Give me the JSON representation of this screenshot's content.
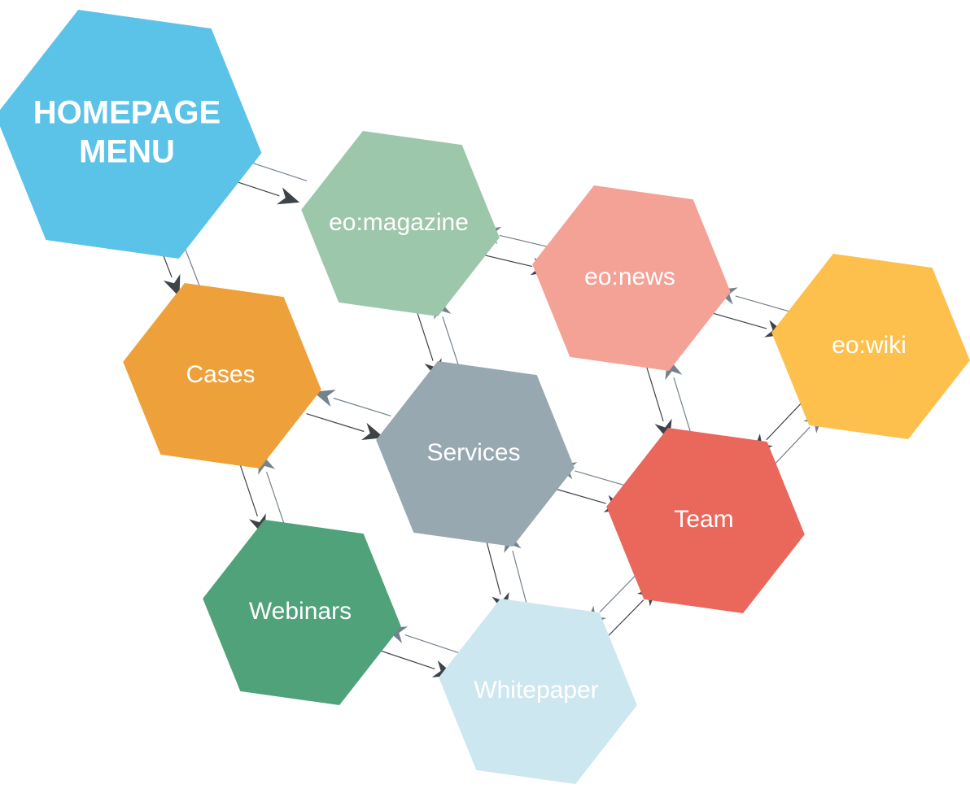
{
  "nodes": [
    {
      "id": "homepage",
      "label_lines": [
        "HOMEPAGE",
        "MENU"
      ],
      "color": "#5bc3e8",
      "bold": true
    },
    {
      "id": "magazine",
      "label_lines": [
        "eo:magazine"
      ],
      "color": "#9dc7ab"
    },
    {
      "id": "news",
      "label_lines": [
        "eo:news"
      ],
      "color": "#f4a196"
    },
    {
      "id": "wiki",
      "label_lines": [
        "eo:wiki"
      ],
      "color": "#fdc04d"
    },
    {
      "id": "cases",
      "label_lines": [
        "Cases"
      ],
      "color": "#eea13a"
    },
    {
      "id": "services",
      "label_lines": [
        "Services"
      ],
      "color": "#98a8b0"
    },
    {
      "id": "team",
      "label_lines": [
        "Team"
      ],
      "color": "#ea675c"
    },
    {
      "id": "webinars",
      "label_lines": [
        "Webinars"
      ],
      "color": "#50a27a"
    },
    {
      "id": "whitepaper",
      "label_lines": [
        "Whitepaper"
      ],
      "color": "#cde7f0"
    }
  ],
  "edges": [
    [
      "homepage",
      "magazine"
    ],
    [
      "homepage",
      "cases"
    ],
    [
      "magazine",
      "news"
    ],
    [
      "magazine",
      "services"
    ],
    [
      "news",
      "wiki"
    ],
    [
      "news",
      "team"
    ],
    [
      "cases",
      "services"
    ],
    [
      "cases",
      "webinars"
    ],
    [
      "services",
      "team"
    ],
    [
      "services",
      "whitepaper"
    ],
    [
      "wiki",
      "team"
    ],
    [
      "webinars",
      "whitepaper"
    ],
    [
      "whitepaper",
      "team"
    ]
  ],
  "colors": {
    "arrow_light": "#74828c",
    "arrow_dark": "#3d4347",
    "background": "#ffffff"
  }
}
